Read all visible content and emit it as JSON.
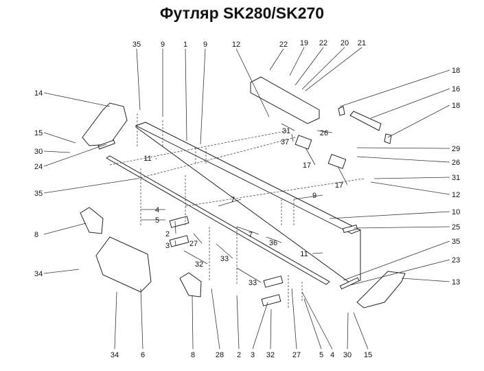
{
  "title": "Футляр SK280/SK270",
  "callouts": [
    "35",
    "9",
    "1",
    "9",
    "12",
    "22",
    "19",
    "22",
    "20",
    "21",
    "18",
    "16",
    "18",
    "26",
    "29",
    "26",
    "31",
    "12",
    "9",
    "10",
    "25",
    "35",
    "23",
    "13",
    "14",
    "15",
    "30",
    "24",
    "35",
    "8",
    "34",
    "31",
    "37",
    "17",
    "17",
    "11",
    "4",
    "5",
    "7",
    "7",
    "2",
    "3",
    "27",
    "32",
    "33",
    "36",
    "11",
    "33",
    "34",
    "6",
    "8",
    "28",
    "2",
    "3",
    "32",
    "27",
    "5",
    "4",
    "30",
    "15"
  ]
}
